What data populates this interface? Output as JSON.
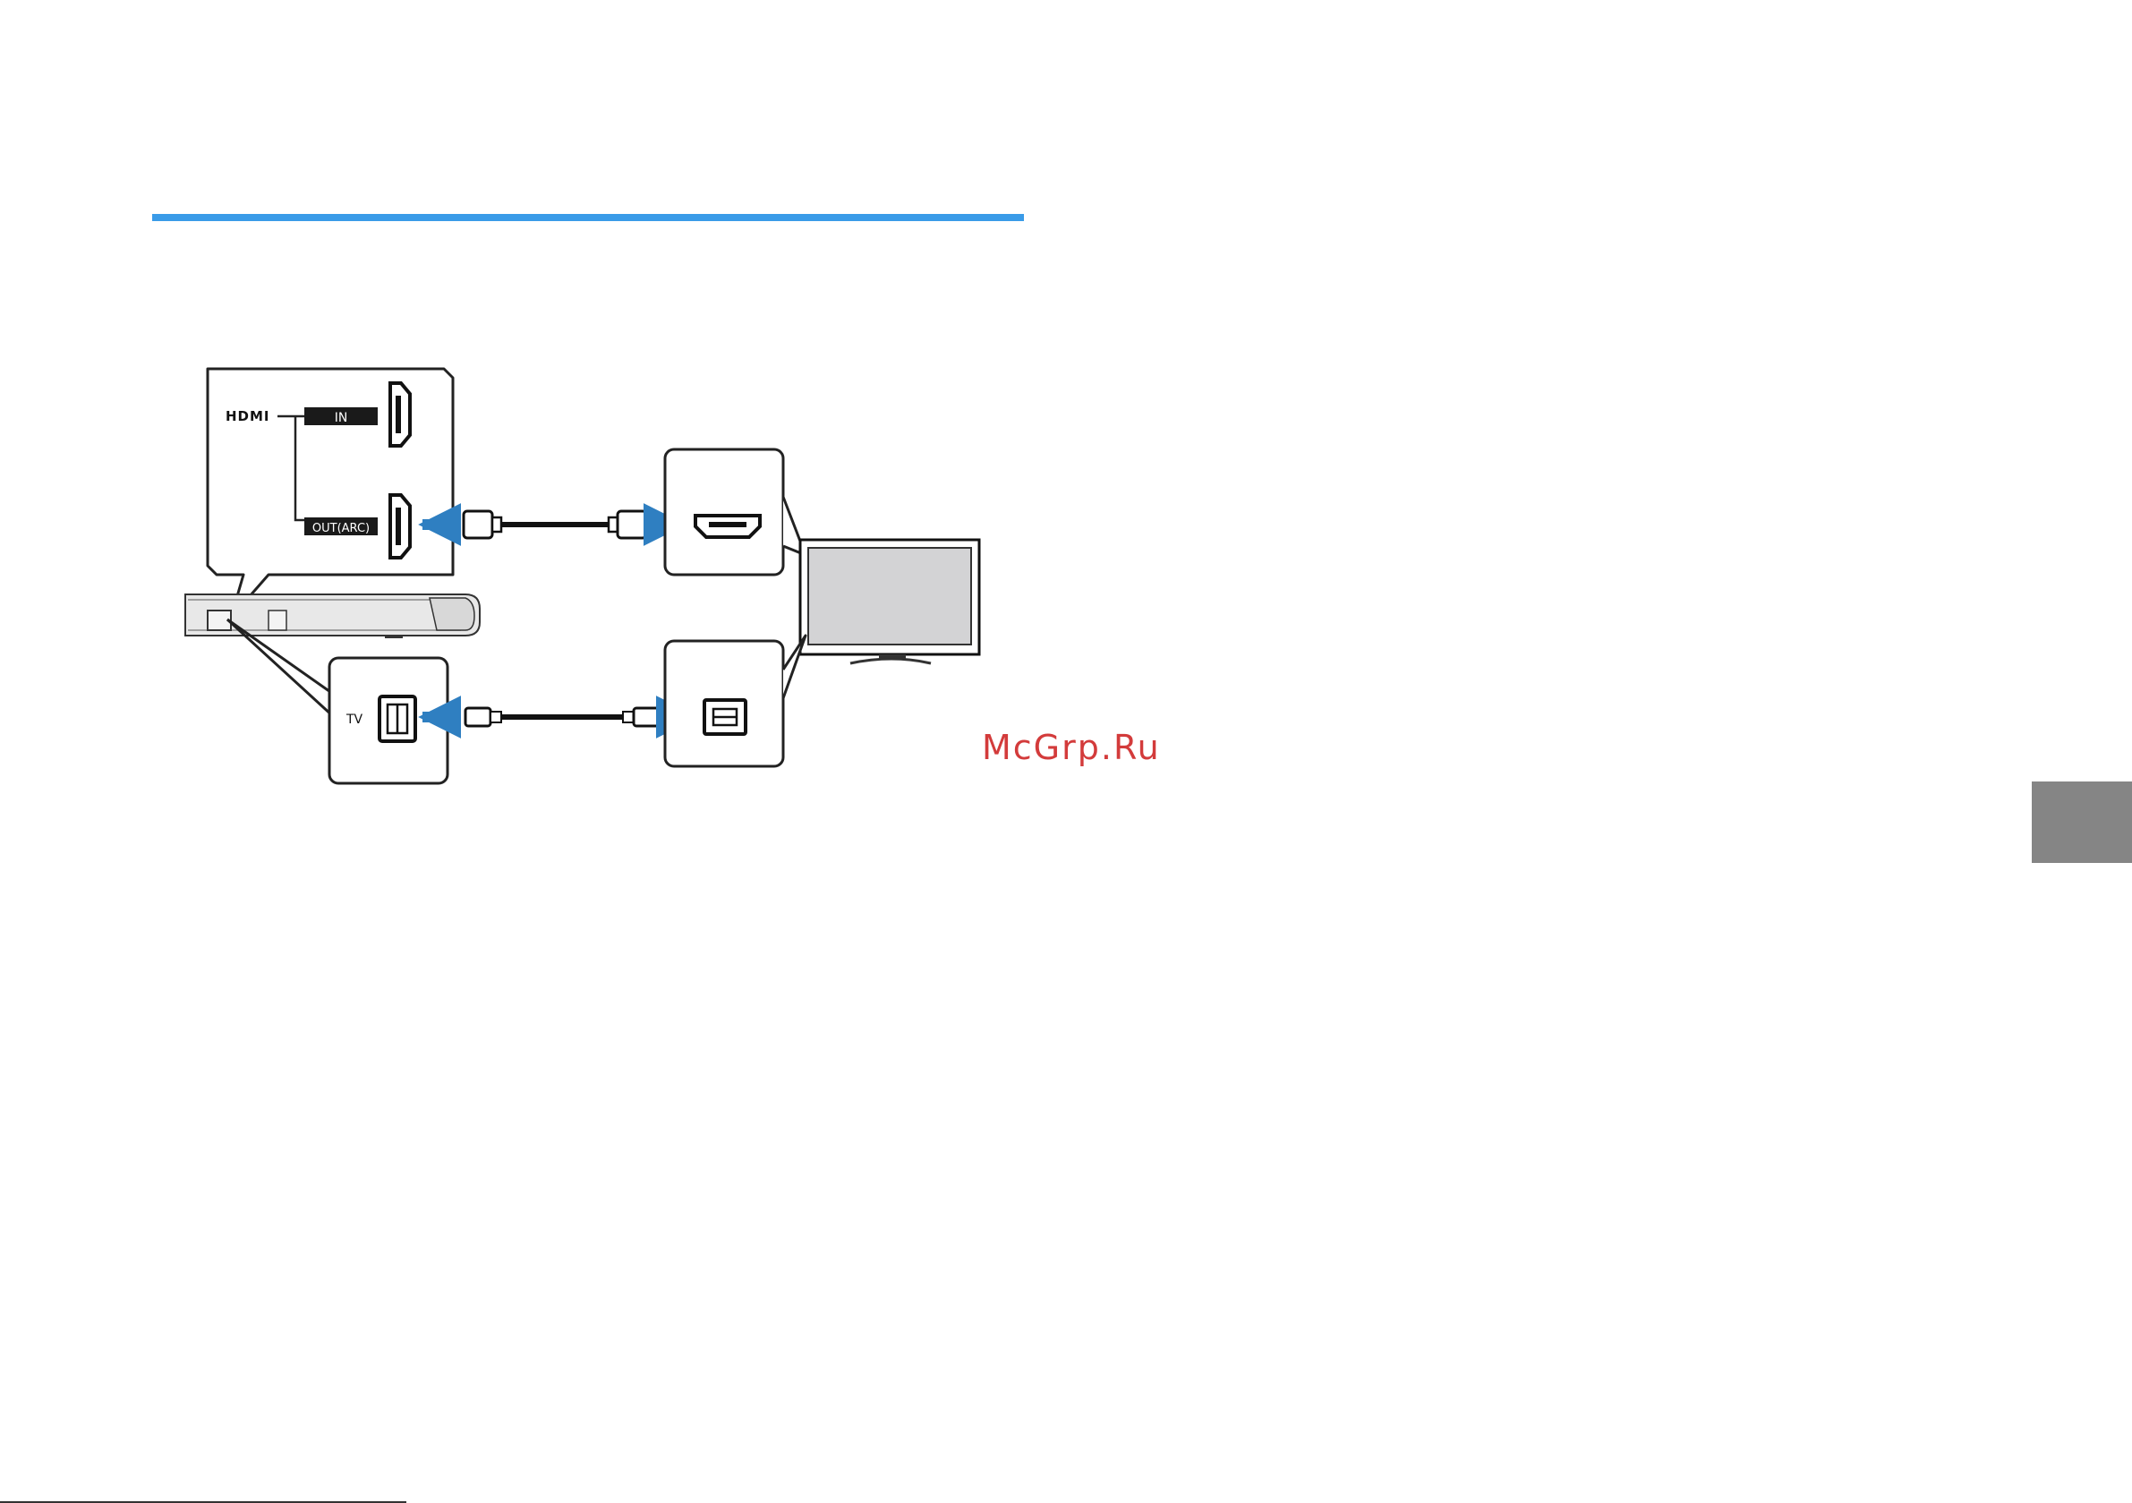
{
  "colors": {
    "accent_rule": "#3a9be8",
    "arrow": "#2f7fc1",
    "watermark": "#d33b3b",
    "side_tab": "#858585"
  },
  "diagram": {
    "hdmi_logo": "HDMI",
    "label_in": "IN",
    "label_out_arc": "OUT(ARC)",
    "label_tv": "TV"
  },
  "watermark": "McGrp.Ru"
}
